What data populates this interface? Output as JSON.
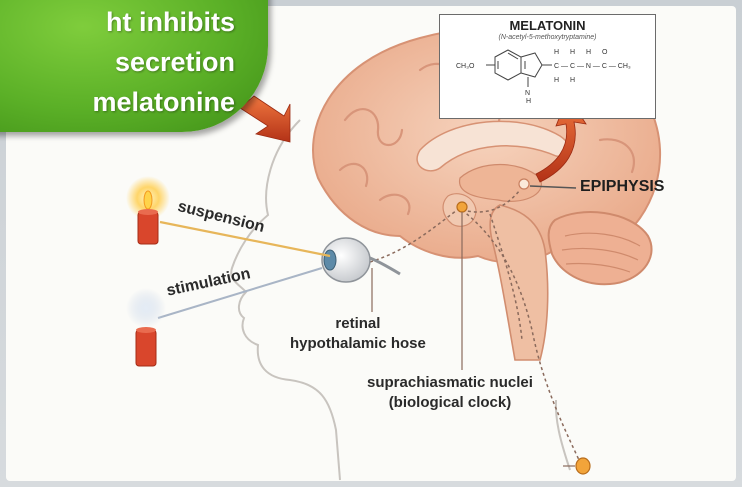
{
  "banner": {
    "lines": [
      "ht inhibits",
      "secretion",
      "melatonine"
    ]
  },
  "melatonin_box": {
    "title": "MELATONIN",
    "subtitle": "(N-acetyl-5-methoxytryptamine)",
    "formula_left": "CH₃O",
    "formula_chain": "C — C — N — C — CH₃",
    "formula_nh": "N",
    "formula_h": "H",
    "formula_o": "O"
  },
  "labels": {
    "suspension": "suspension",
    "stimulation": "stimulation",
    "epiphysis": "EPIPHYSIS",
    "retinal_line1": "retinal",
    "retinal_line2": "hypothalamic hose",
    "scn_line1": "suprachiasmatic nuclei",
    "scn_line2": "(biological clock)"
  },
  "colors": {
    "banner_green": "#5bb027",
    "arrow_orange": "#e2562a",
    "brain_pink": "#f3c2a4",
    "candle_red": "#d9462c"
  }
}
